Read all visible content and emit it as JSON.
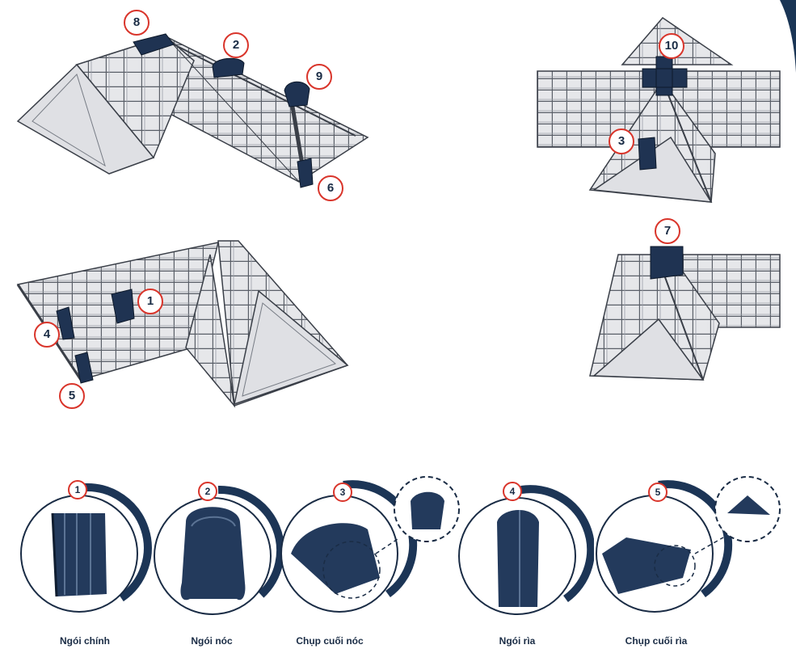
{
  "callouts": {
    "c1": "1",
    "c2": "2",
    "c3": "3",
    "c4": "4",
    "c5": "5",
    "c6": "6",
    "c7": "7",
    "c8": "8",
    "c9": "9",
    "c10": "10"
  },
  "products": [
    {
      "number": "1",
      "label": "Ngói chính"
    },
    {
      "number": "2",
      "label": "Ngói nóc"
    },
    {
      "number": "3",
      "label": "Chụp cuối nóc"
    },
    {
      "number": "4",
      "label": "Ngói rìa"
    },
    {
      "number": "5",
      "label": "Chụp cuối rìa"
    }
  ],
  "colors": {
    "accent": "#d9352b",
    "navy": "#1a2c45",
    "tile": "#233a5c",
    "roof": "#e6e7ea",
    "roof_line": "#555a63"
  }
}
